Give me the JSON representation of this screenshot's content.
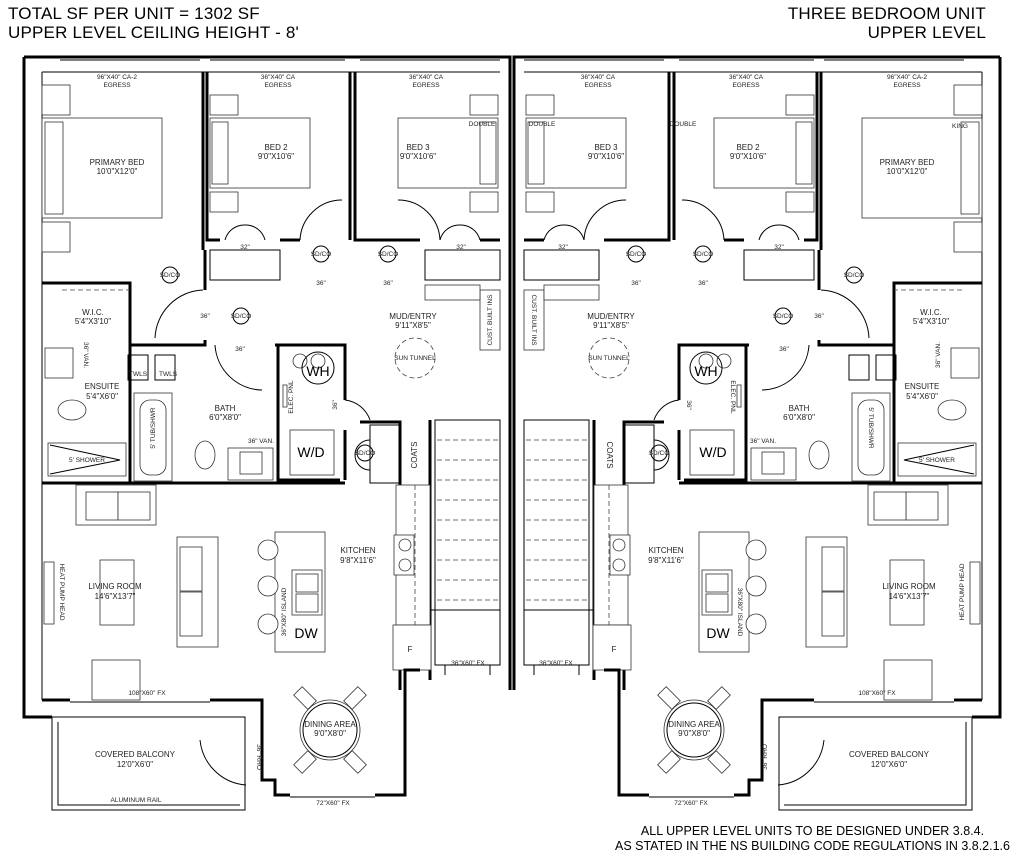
{
  "header": {
    "total_sf": "TOTAL SF PER UNIT = 1302 SF",
    "ceiling": "UPPER LEVEL CEILING HEIGHT - 8'",
    "unit_type": "THREE BEDROOM UNIT",
    "level": "UPPER LEVEL"
  },
  "notes": {
    "line1": "ALL UPPER LEVEL UNITS TO BE DESIGNED UNDER 3.8.4.",
    "line2": "AS STATED IN THE NS BUILDING CODE REGULATIONS IN 3.8.2.1.6"
  },
  "left_unit": {
    "egress_primary_size": "96\"X40\" CA-2",
    "egress_primary": "EGRESS",
    "egress_bed2_size": "36\"X40\" CA",
    "egress_bed2": "EGRESS",
    "egress_bed3_size": "36\"X40\" CA",
    "egress_bed3": "EGRESS",
    "primary_bed": "PRIMARY BED",
    "primary_bed_dim": "10'0\"X12'0\"",
    "bed2": "BED 2",
    "bed2_dim": "9'0\"X10'6\"",
    "bed3": "BED 3",
    "bed3_dim": "9'0\"X10'6\"",
    "bed3_size": "DOUBLE",
    "closet_door": "32\"",
    "sdco": "SD/CO",
    "door_36": "36\"",
    "wic": "W.I.C.",
    "wic_dim": "5'4\"X3'10\"",
    "mud": "MUD/ENTRY",
    "mud_dim": "9'11\"X8'5\"",
    "sun_tunnel": "SUN TUNNEL",
    "cust_built_ins": "CUST. BUILT INS",
    "twls": "TWLS",
    "van_36": "36\" VAN.",
    "ensuite": "ENSUITE",
    "ensuite_dim": "5'4\"X6'0\"",
    "bath": "BATH",
    "bath_dim": "6'0\"X8'0\"",
    "elec_pnl": "ELEC. PNL",
    "wh": "WH",
    "wd": "W/D",
    "tub": "5' TUB/SHWR",
    "shower": "5' SHOWER",
    "coats": "COATS",
    "kitchen": "KITCHEN",
    "kitchen_dim": "9'8\"X11'6\"",
    "living": "LIVING ROOM",
    "living_dim": "14'6\"X13'7\"",
    "heat_pump": "HEAT PUMP HEAD",
    "island": "36\"X80\" ISLAND",
    "dw": "DW",
    "fridge": "F",
    "fx_stair": "36\"X60\" FX",
    "fx_living": "108\"X60\" FX",
    "dining": "DINING AREA",
    "dining_dim": "9'0\"X8'0\"",
    "balcony": "COVERED BALCONY",
    "balcony_dim": "12'0\"X6'0\"",
    "rho": "36\" RHO",
    "rail": "ALUMINUM RAIL",
    "fx_dining": "72\"X60\" FX"
  },
  "right_unit": {
    "egress_primary_size": "96\"X40\" CA-2",
    "egress_primary": "EGRESS",
    "egress_bed2_size": "36\"X40\" CA",
    "egress_bed2": "EGRESS",
    "egress_bed3_size": "36\"X40\" CA",
    "egress_bed3": "EGRESS",
    "primary_bed": "PRIMARY BED",
    "primary_bed_dim": "10'0\"X12'0\"",
    "primary_bed_size": "KING",
    "bed2": "BED 2",
    "bed2_dim": "9'0\"X10'6\"",
    "bed2_size": "DOUBLE",
    "bed3": "BED 3",
    "bed3_dim": "9'0\"X10'6\"",
    "bed3_size": "DOUBLE",
    "closet_door": "32\"",
    "sdco": "SD/CO",
    "door_36": "36\"",
    "wic": "W.I.C.",
    "wic_dim": "5'4\"X3'10\"",
    "mud": "MUD/ENTRY",
    "mud_dim": "9'11\"X8'5\"",
    "sun_tunnel": "SUN TUNNEL",
    "cust_built_ins": "CUST. BUILT INS",
    "van_36": "36\" VAN.",
    "ensuite": "ENSUITE",
    "ensuite_dim": "5'4\"X6'0\"",
    "bath": "BATH",
    "bath_dim": "6'0\"X8'0\"",
    "elec_pnl": "ELEC. PNL",
    "wh": "WH",
    "wd": "W/D",
    "tub": "5' TUB/SHWR",
    "shower": "5' SHOWER",
    "coats": "COATS",
    "kitchen": "KITCHEN",
    "kitchen_dim": "9'8\"X11'6\"",
    "living": "LIVING ROOM",
    "living_dim": "14'6\"X13'7\"",
    "heat_pump": "HEAT PUMP HEAD",
    "island": "36\"X80\" ISLAND",
    "dw": "DW",
    "fridge": "F",
    "fx_stair": "36\"X60\" FX",
    "fx_living": "108\"X60\" FX",
    "dining": "DINING AREA",
    "dining_dim": "9'0\"X8'0\"",
    "balcony": "COVERED BALCONY",
    "balcony_dim": "12'0\"X6'0\"",
    "rho": "36\" RHO",
    "fx_dining": "72\"X60\" FX"
  }
}
